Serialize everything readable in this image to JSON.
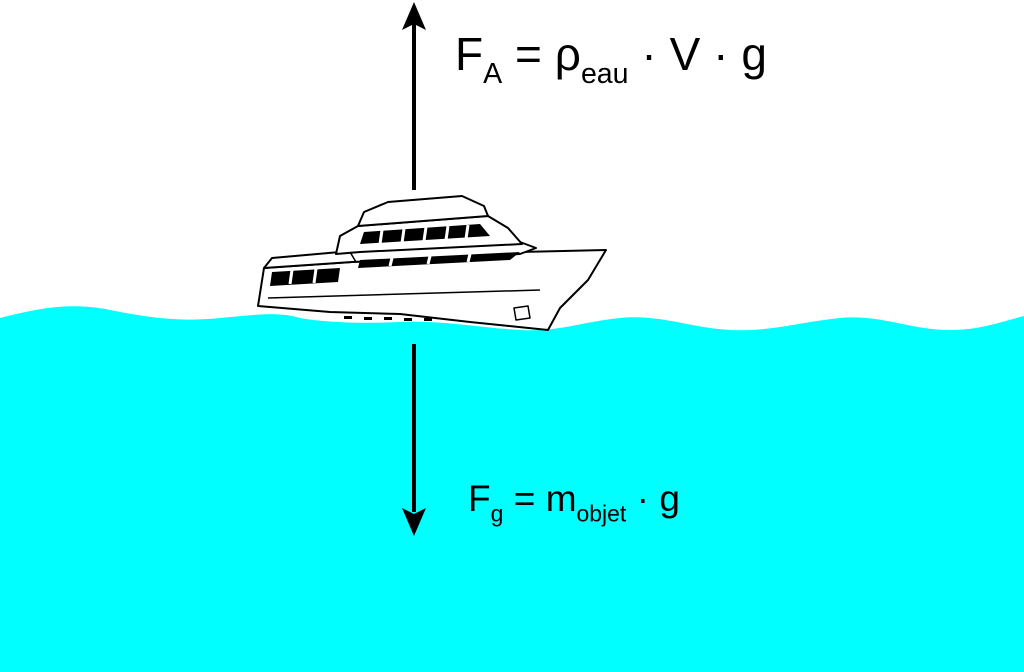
{
  "colors": {
    "water": "#00FFFF",
    "arrow": "#000000",
    "background": "#FFFFFF",
    "boat_outline": "#000000",
    "boat_fill": "#FFFFFF"
  },
  "icons": {
    "boat": "yacht-icon",
    "buoyancy_arrow": "arrow-up-icon",
    "gravity_arrow": "arrow-down-icon"
  },
  "buoyancy": {
    "symbol": "F",
    "subscript": "A",
    "equals": "=",
    "rho": "ρ",
    "rho_sub": "eau",
    "dot1": "·",
    "volume": "V",
    "dot2": "·",
    "g": "g"
  },
  "gravity": {
    "symbol": "F",
    "subscript": "g",
    "equals": "=",
    "mass": "m",
    "mass_sub": "objet",
    "dot": "·",
    "g": "g"
  }
}
